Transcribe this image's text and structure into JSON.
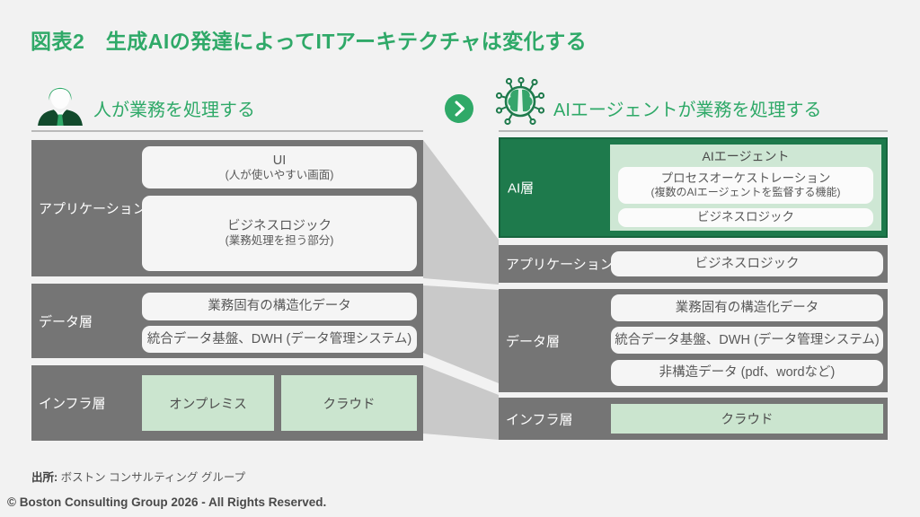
{
  "slide": {
    "title": "図表2　生成AIの発達によってITアーキテクチャは変化する",
    "footer": {
      "source_label": "出所:",
      "source_text": " ボストン コンサルティング グループ",
      "copyright": "© Boston Consulting Group 2026 - All Rights Reserved."
    }
  },
  "left_panel": {
    "header": "人が業務を処理する",
    "layers": {
      "application": {
        "label": "アプリケーション層",
        "ui_box": {
          "title": "UI",
          "subtitle": "(人が使いやすい画面)"
        },
        "logic_box": {
          "title": "ビジネスロジック",
          "subtitle": "(業務処理を担う部分)"
        }
      },
      "data": {
        "label": "データ層",
        "box1": "業務固有の構造化データ",
        "box2": "統合データ基盤、DWH (データ管理システム)"
      },
      "infra": {
        "label": "インフラ層",
        "box1": "オンプレミス",
        "box2": "クラウド"
      }
    }
  },
  "right_panel": {
    "header": "AIエージェントが業務を処理する",
    "layers": {
      "ai": {
        "label": "AI層",
        "container_title": "AIエージェント",
        "box1": {
          "title": "プロセスオーケストレーション",
          "subtitle": "(複数のAIエージェントを監督する機能)"
        },
        "box2": "ビジネスロジック"
      },
      "application": {
        "label": "アプリケーション層",
        "box1": "ビジネスロジック"
      },
      "data": {
        "label": "データ層",
        "box1": "業務固有の構造化データ",
        "box2": "統合データ基盤、DWH (データ管理システム)",
        "box3": "非構造データ (pdf、wordなど)"
      },
      "infra": {
        "label": "インフラ層",
        "box1": "クラウド"
      }
    }
  },
  "colors": {
    "accent_green": "#2fa968",
    "dark_green": "#1e7a4c",
    "light_green_box": "#cbe5cf",
    "ai_container_green": "#cee7d4",
    "layer_gray": "#757575",
    "connector_gray": "#c9c9c9",
    "inner_box_gray": "#f5f5f5"
  }
}
